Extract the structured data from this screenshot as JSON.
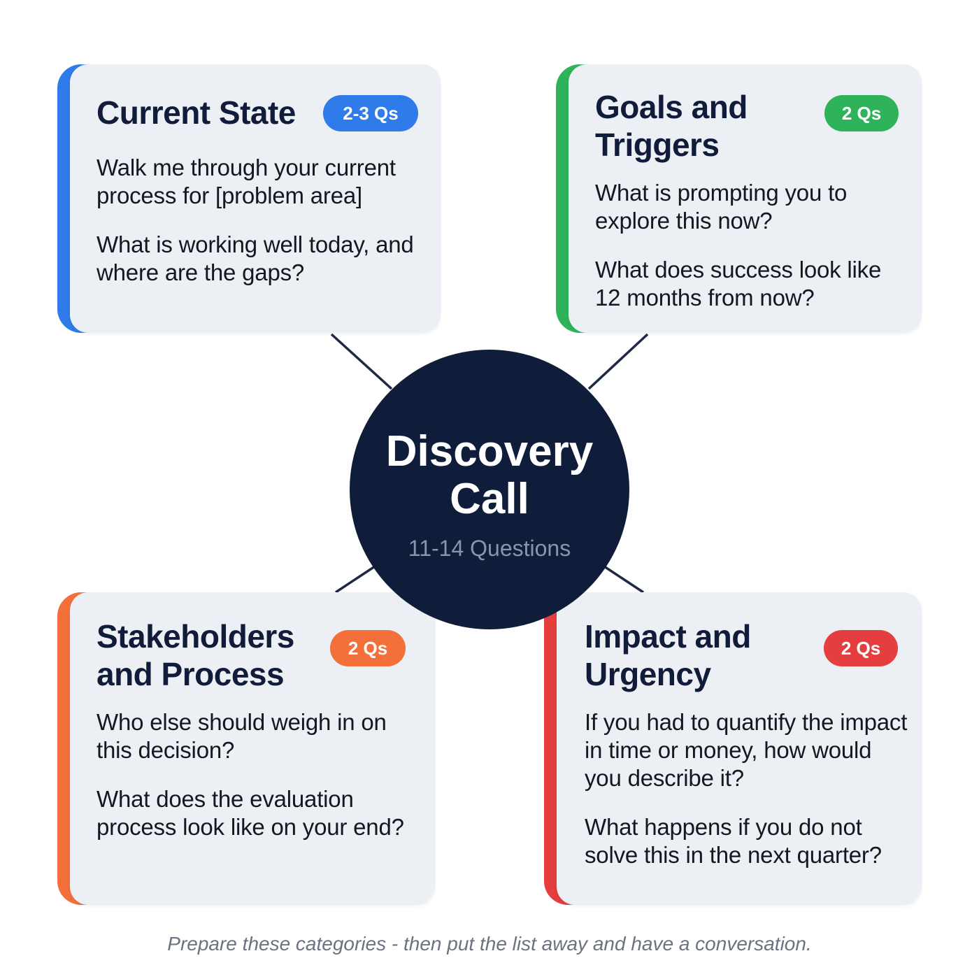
{
  "hub": {
    "title_line1": "Discovery",
    "title_line2": "Call",
    "subtitle": "11-14 Questions",
    "color": "#0f1c3a"
  },
  "cards": [
    {
      "id": "current-state",
      "title_line1": "Current State",
      "title_line2": "",
      "badge": "2-3 Qs",
      "accent": "#2f7bea",
      "questions": [
        "Walk me through your current process for [problem area]",
        "What is working well today, and where are the gaps?"
      ]
    },
    {
      "id": "goals-triggers",
      "title_line1": "Goals and",
      "title_line2": "Triggers",
      "badge": "2 Qs",
      "accent": "#2fb35a",
      "questions": [
        "What is prompting you to explore this now?",
        "What does success look like 12 months from now?"
      ]
    },
    {
      "id": "stakeholders-process",
      "title_line1": "Stakeholders",
      "title_line2": "and Process",
      "badge": "2 Qs",
      "accent": "#f3703a",
      "questions": [
        "Who else should weigh in on this decision?",
        "What does the evaluation process look like on your end?"
      ]
    },
    {
      "id": "impact-urgency",
      "title_line1": "Impact and",
      "title_line2": "Urgency",
      "badge": "2 Qs",
      "accent": "#e53e3e",
      "questions": [
        "If you had to quantify the impact in time or money, how would you describe it?",
        "What happens if you do not solve this in the next quarter?"
      ]
    }
  ],
  "footer": {
    "text": "Prepare these categories - then put the list away and have a conversation."
  },
  "colors": {
    "background": "#ffffff",
    "card": "#eceff4",
    "title": "#111c3a",
    "connector": "#1e2a44"
  }
}
